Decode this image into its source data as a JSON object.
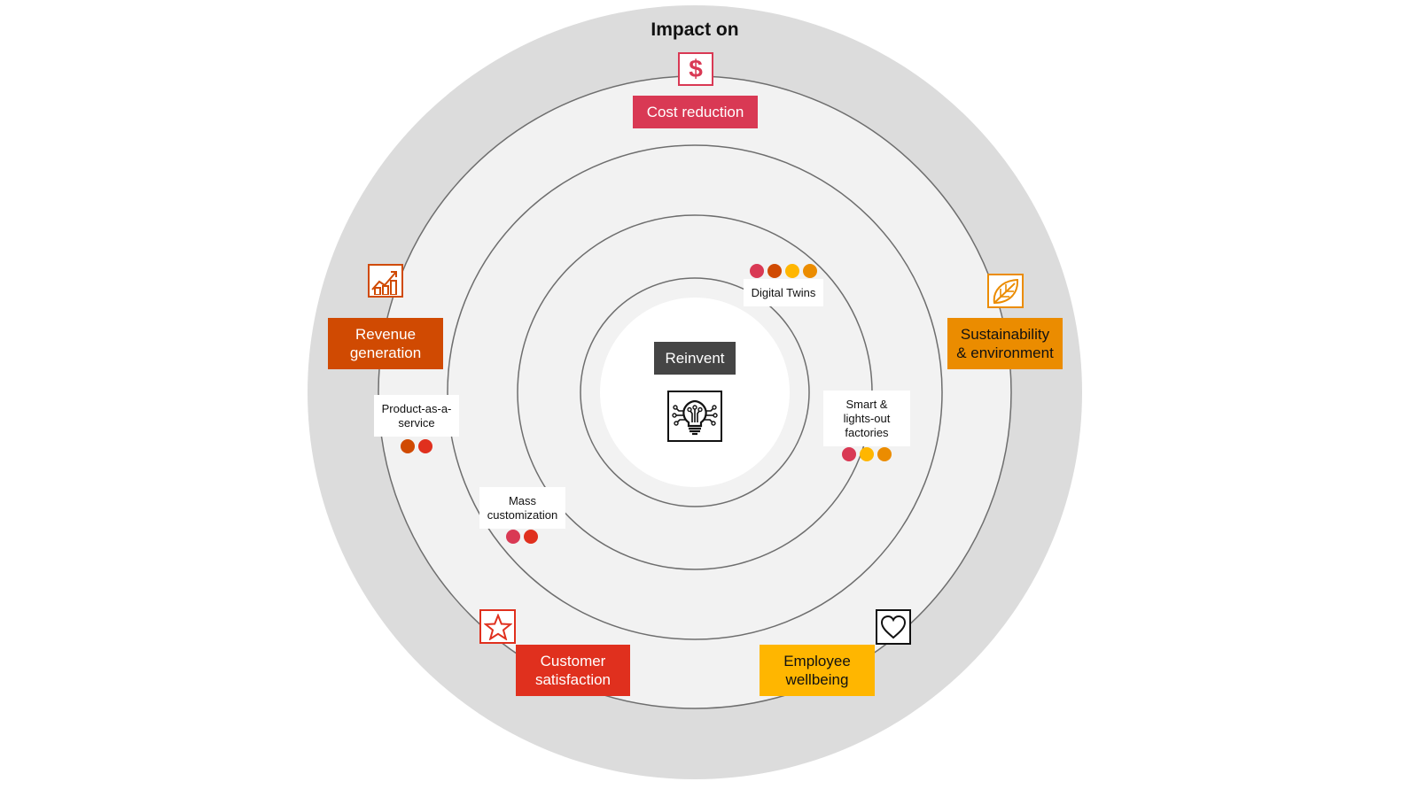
{
  "title": "Impact on",
  "center": {
    "label": "Reinvent",
    "icon": "lightbulb-circuit-icon"
  },
  "colors": {
    "outer_band": "#dcdcdc",
    "inner_field": "#f2f2f2",
    "core": "#ffffff",
    "ring_line": "#6e6e6e",
    "cost_reduction": "#d93954",
    "revenue_generation": "#d04a02",
    "sustainability": "#eb8c00",
    "customer_satisfaction": "#e0301e",
    "employee_wellbeing": "#ffb600",
    "reinvent_box": "#454545"
  },
  "impacts": [
    {
      "id": "cost-reduction",
      "label": "Cost reduction",
      "icon": "dollar-icon",
      "color": "#d93954"
    },
    {
      "id": "revenue-generation",
      "label_line1": "Revenue",
      "label_line2": "generation",
      "icon": "growth-chart-icon",
      "color": "#d04a02"
    },
    {
      "id": "sustainability",
      "label_line1": "Sustainability",
      "label_line2": "& environment",
      "icon": "leaf-icon",
      "color": "#eb8c00"
    },
    {
      "id": "customer-satisfaction",
      "label_line1": "Customer",
      "label_line2": "satisfaction",
      "icon": "star-icon",
      "color": "#e0301e"
    },
    {
      "id": "employee-wellbeing",
      "label_line1": "Employee",
      "label_line2": "wellbeing",
      "icon": "heart-icon",
      "color": "#ffb600"
    }
  ],
  "technologies": [
    {
      "id": "digital-twins",
      "label_line1": "Digital Twins",
      "impact_dots": [
        "#d93954",
        "#d04a02",
        "#ffb600",
        "#eb8c00"
      ]
    },
    {
      "id": "smart-factories",
      "label_line1": "Smart &",
      "label_line2": "lights-out",
      "label_line3": "factories",
      "impact_dots": [
        "#d93954",
        "#ffb600",
        "#eb8c00"
      ]
    },
    {
      "id": "product-as-a-service",
      "label_line1": "Product-as-a-",
      "label_line2": "service",
      "impact_dots": [
        "#d04a02",
        "#e0301e"
      ]
    },
    {
      "id": "mass-customization",
      "label_line1": "Mass",
      "label_line2": "customization",
      "impact_dots": [
        "#d93954",
        "#e0301e"
      ]
    }
  ]
}
